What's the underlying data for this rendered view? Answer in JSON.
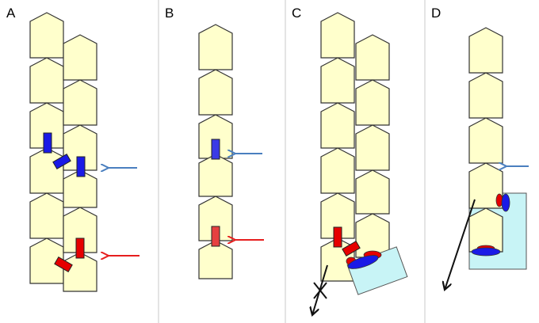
{
  "panels": [
    {
      "label": "A"
    },
    {
      "label": "B"
    },
    {
      "label": "C"
    },
    {
      "label": "D"
    }
  ],
  "colors": {
    "cell_fill": "#FFFFCC",
    "cell_stroke": "#333333",
    "blue_marker": "#1a1ae6",
    "red_marker": "#e60000",
    "blue_arrow": "#4a7fbf",
    "red_arrow": "#e61e1e",
    "cyan_box": "#c8f4f6",
    "black_arrow": "#111111"
  }
}
